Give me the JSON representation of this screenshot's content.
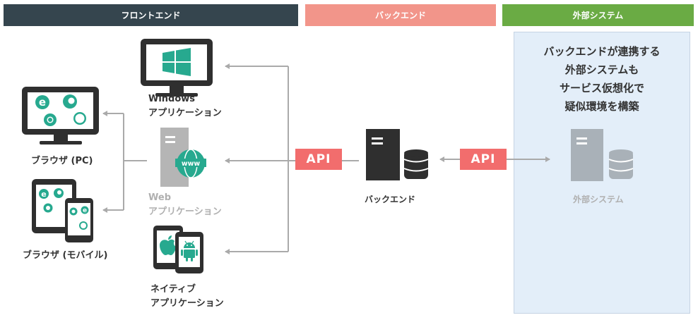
{
  "headers": {
    "frontend": "フロントエンド",
    "backend": "バックエンド",
    "external": "外部システム"
  },
  "labels": {
    "browser_pc": "ブラウザ (PC)",
    "browser_mobile": "ブラウザ (モバイル)",
    "windows_line1": "Windows",
    "windows_line2": "アプリケーション",
    "web_line1": "Web",
    "web_line2": "アプリケーション",
    "native_line1": "ネイティブ",
    "native_line2": "アプリケーション",
    "backend": "バックエンド",
    "external": "外部システム"
  },
  "api_badges": {
    "left": "API",
    "right": "API"
  },
  "external_panel": {
    "lines": [
      "バックエンドが連携する",
      "外部システムも",
      "サービス仮想化で",
      "疑似環境を構築"
    ]
  },
  "colors": {
    "frontend_header": "#35454e",
    "backend_header": "#f2958a",
    "external_header": "#6aab44",
    "accent_teal": "#27a98f",
    "api_badge": "#f26d6d",
    "arrow": "#aaaaaa",
    "device_dark": "#2f2f2f"
  },
  "icons": [
    "windows-logo-icon",
    "ie-icon",
    "firefox-icon",
    "chrome-icon",
    "safari-icon",
    "www-globe-icon",
    "apple-icon",
    "android-icon",
    "server-icon",
    "database-icon"
  ]
}
